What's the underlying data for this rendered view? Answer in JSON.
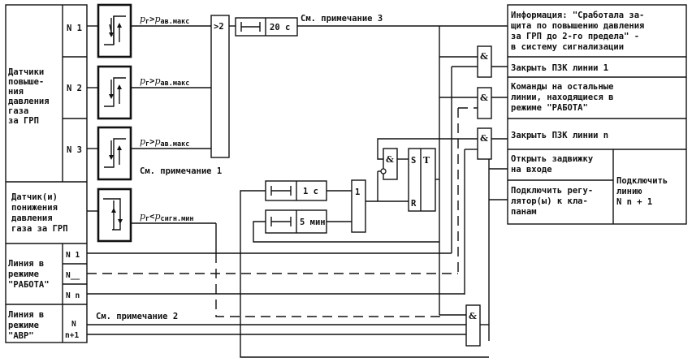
{
  "left_table": {
    "sensors_high": {
      "label_lines": [
        "Датчики",
        "повыше-",
        "ния",
        "давления",
        "газа",
        "за ГРП"
      ],
      "items": [
        "N 1",
        "N 2",
        "N 3"
      ]
    },
    "sensor_low": {
      "label_lines": [
        "Датчик(и)",
        "понижения",
        "давления",
        "газа за ГРП"
      ]
    },
    "line_work": {
      "label_lines": [
        "Линия в",
        "режиме",
        "\"РАБОТА\""
      ],
      "items": [
        "N 1",
        "N__",
        "N n"
      ]
    },
    "line_avr": {
      "label_lines": [
        "Линия в",
        "режиме",
        "\"АВР\""
      ],
      "items": [
        "N",
        "n+1"
      ]
    }
  },
  "conditions": {
    "high": {
      "lhs": "p",
      "lhs_sub": "г",
      "op": ">",
      "rhs": "p",
      "rhs_sub": "ав.макс"
    },
    "low": {
      "lhs": "p",
      "lhs_sub": "г",
      "op": "<",
      "rhs": "p",
      "rhs_sub": "сигн.мин"
    }
  },
  "gates": {
    "majority": ">2",
    "or": "1",
    "and": "&",
    "trigger_s": "S",
    "trigger_t": "T",
    "trigger_r": "R"
  },
  "timers": {
    "t20": "20 с",
    "t1": "1 с",
    "t5": "5 мин"
  },
  "notes": {
    "note1": "См. примечание 1",
    "note2": "См. примечание 2",
    "note3": "См. примечание 3"
  },
  "outputs": {
    "info": [
      "Информация: \"Сработала за-",
      "щита по повышению давления",
      "за ГРП до 2-го предела\" -",
      "в систему сигнализации"
    ],
    "close_line1": "Закрыть ПЗК линии 1",
    "commands": [
      "Команды на остальные",
      "линии, находящиеся в",
      "режиме \"РАБОТА\""
    ],
    "close_line_n": "Закрыть ПЗК линии n",
    "open_valve": [
      "Открыть задвижку",
      "на входе"
    ],
    "connect_regulators": [
      "Подключить регу-",
      "лятор(ы) к кла-",
      "панам"
    ],
    "connect_line": [
      "Подключить",
      "линию",
      "N n + 1"
    ]
  }
}
